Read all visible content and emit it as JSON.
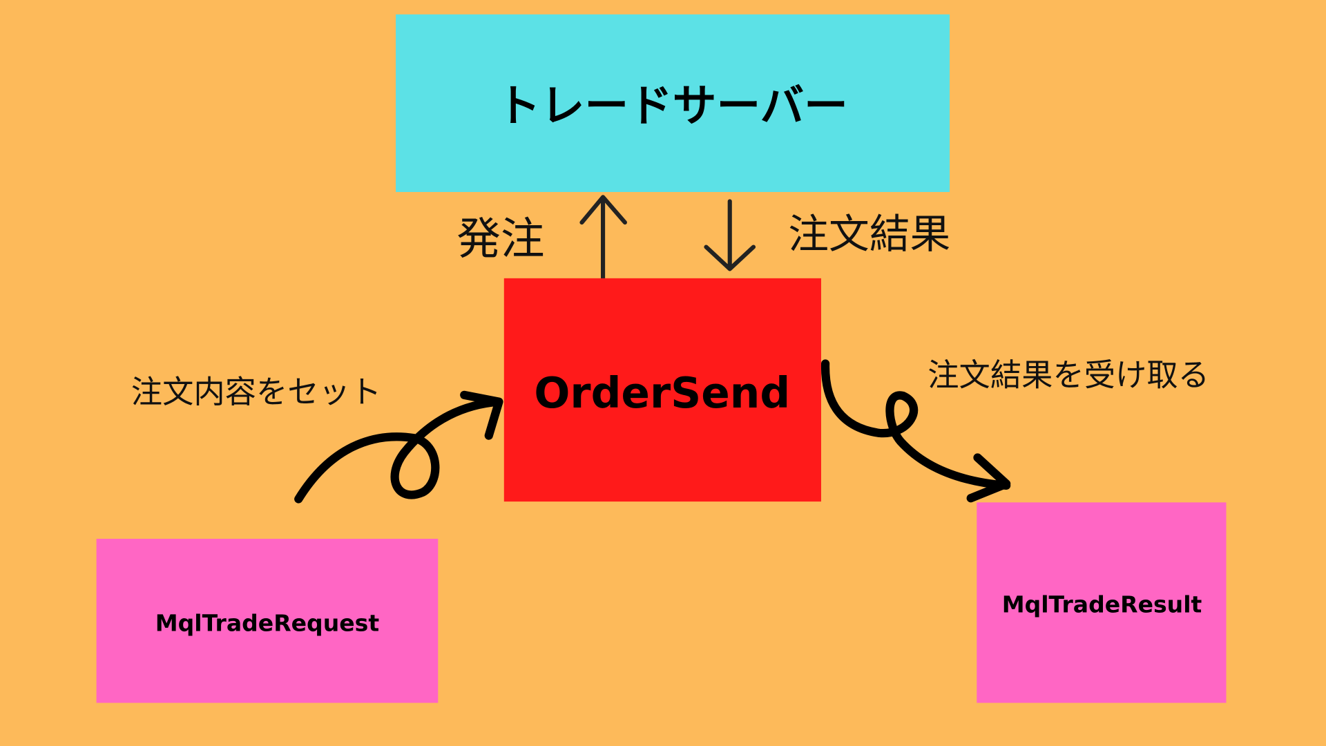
{
  "colors": {
    "background": "#FDBA5A",
    "server": "#5CE1E6",
    "ordersend": "#FF1A1A",
    "struct": "#FF66C4",
    "ink": "#111111"
  },
  "server_box": {
    "label": "トレードサーバー"
  },
  "ordersend_box": {
    "label": "OrderSend"
  },
  "request_box": {
    "label": "MqlTradeRequest"
  },
  "result_box": {
    "label": "MqlTradeResult"
  },
  "labels": {
    "send_order": "発注",
    "order_result": "注文結果",
    "set_order": "注文内容をセット",
    "receive_result": "注文結果を受け取る"
  }
}
